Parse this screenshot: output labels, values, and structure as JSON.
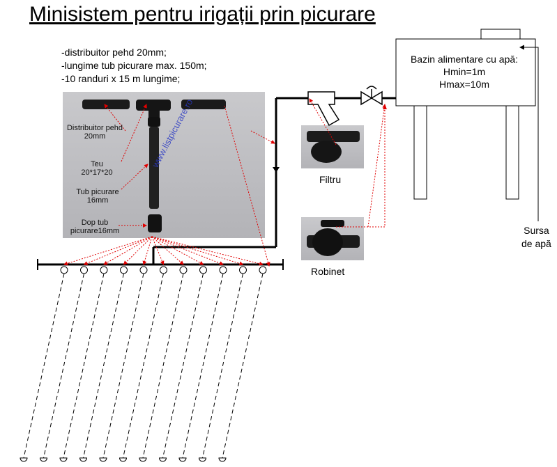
{
  "title": "Minisistem pentru irigații prin picurare",
  "specs": [
    "-distribuitor pehd 20mm;",
    "-lungime tub picurare max.  150m;",
    "-10 randuri x 15 m lungime;"
  ],
  "photo_labels": {
    "distributor": [
      "Distribuitor pehd",
      "20mm"
    ],
    "tee": [
      "Teu",
      "20*17*20"
    ],
    "drip_tube": [
      "Tub picurare",
      "16mm"
    ],
    "end_cap": [
      "Dop tub",
      "picurare16mm"
    ]
  },
  "watermark": "www.listpicurare.ro",
  "filter_caption": "Filtru",
  "valve_caption": "Robinet",
  "tank": {
    "label": "Bazin alimentare cu apă:",
    "hmin": "Hmin=1m",
    "hmax": "Hmax=10m"
  },
  "source": [
    "Sursa",
    "de apă"
  ],
  "drip_rows": 11,
  "colors": {
    "pointer_arrow": "#e00000",
    "watermark": "#2a39c4",
    "pipe": "#000000"
  }
}
